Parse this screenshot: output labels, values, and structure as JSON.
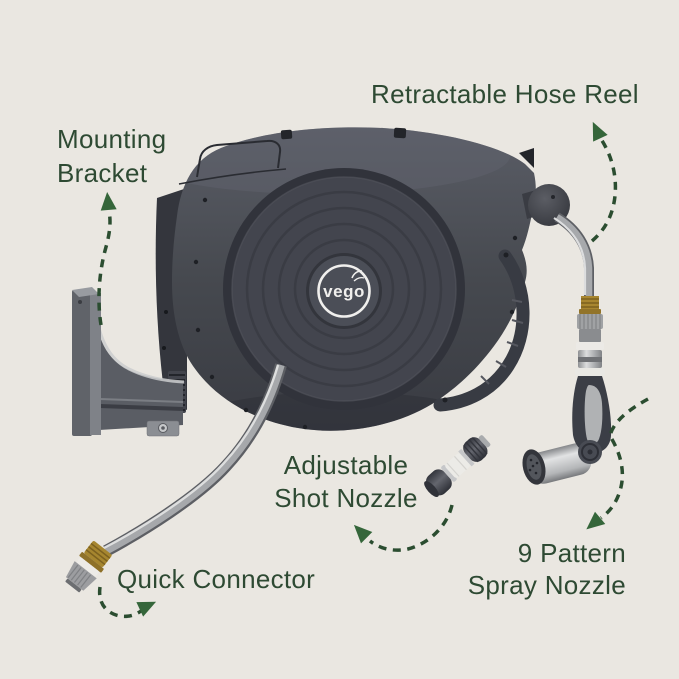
{
  "colors": {
    "bg": "#EAE7E1",
    "label-text": "#2E4A33",
    "arrow": "#2B4D30",
    "arrowhead": "#35663A",
    "accent-white": "#F0EFED",
    "reel-body": "#44474F",
    "brass": "#A8862F"
  },
  "logo": {
    "text": "vego"
  },
  "labels": {
    "mounting_bracket": {
      "line1": "Mounting",
      "line2": "Bracket"
    },
    "retractable_hose_reel": {
      "line1": "Retractable Hose Reel"
    },
    "adjustable_shot_nozzle": {
      "line1": "Adjustable",
      "line2": "Shot Nozzle"
    },
    "quick_connector": {
      "line1": "Quick Connector"
    },
    "nine_pattern_spray_nozzle": {
      "line1": "9 Pattern",
      "line2": "Spray Nozzle"
    }
  }
}
